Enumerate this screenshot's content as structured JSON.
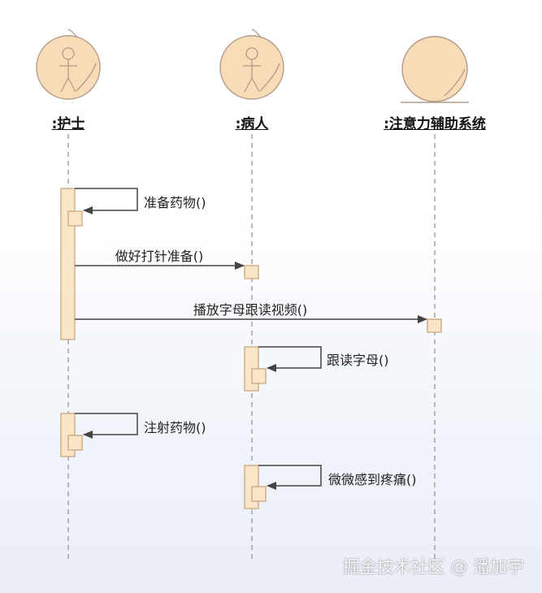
{
  "participants": [
    {
      "label": ":护士",
      "kind": "actor"
    },
    {
      "label": ":病人",
      "kind": "actor"
    },
    {
      "label": ":注意力辅助系统",
      "kind": "entity"
    }
  ],
  "messages": [
    {
      "label": "准备药物()",
      "from": 0,
      "to": 0,
      "type": "self"
    },
    {
      "label": "做好打针准备()",
      "from": 0,
      "to": 1,
      "type": "call"
    },
    {
      "label": "播放字母跟读视频()",
      "from": 0,
      "to": 2,
      "type": "call"
    },
    {
      "label": "跟读字母()",
      "from": 1,
      "to": 1,
      "type": "self"
    },
    {
      "label": "注射药物()",
      "from": 0,
      "to": 0,
      "type": "self"
    },
    {
      "label": "微微感到疼痛()",
      "from": 1,
      "to": 1,
      "type": "self"
    }
  ],
  "watermark": "掘金技术社区 @ 潘加宇",
  "colors": {
    "actor_fill": "#f6dcb7",
    "actor_stroke": "#b49a86",
    "activation_fill": "#fae5c6",
    "activation_stroke": "#c9a17a",
    "line": "#444444",
    "lifeline": "#a8a8a8"
  }
}
